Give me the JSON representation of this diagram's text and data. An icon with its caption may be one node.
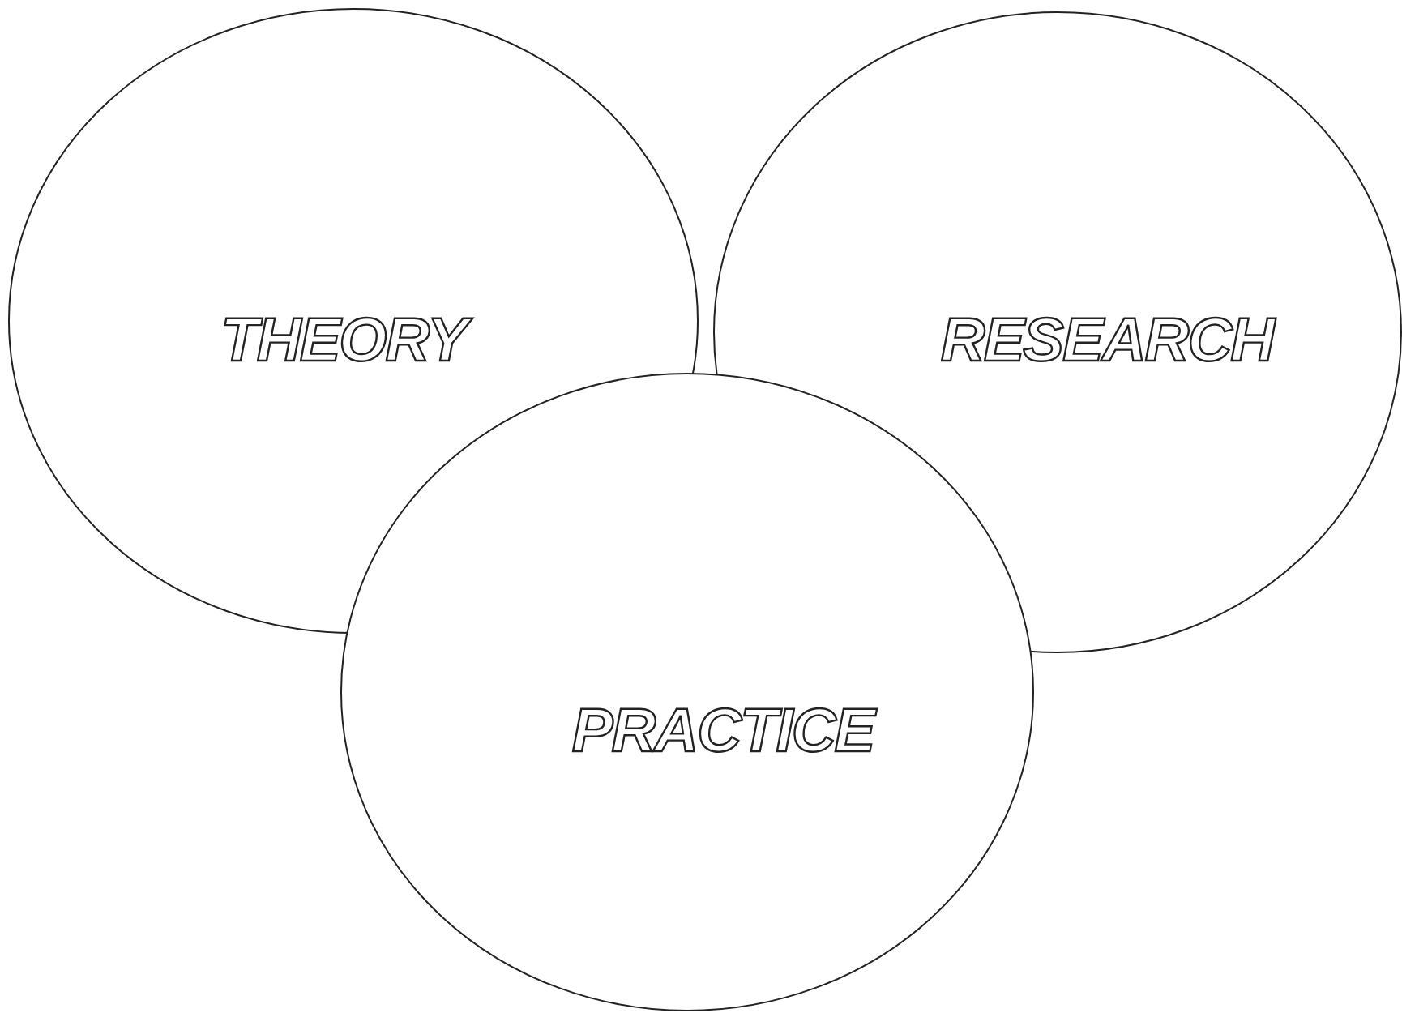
{
  "diagram": {
    "nodes": [
      {
        "text": [
          "THEORY"
        ]
      },
      {
        "text": [
          "RESEARCH"
        ]
      },
      {
        "text": [
          "PRACTICE"
        ]
      }
    ]
  }
}
